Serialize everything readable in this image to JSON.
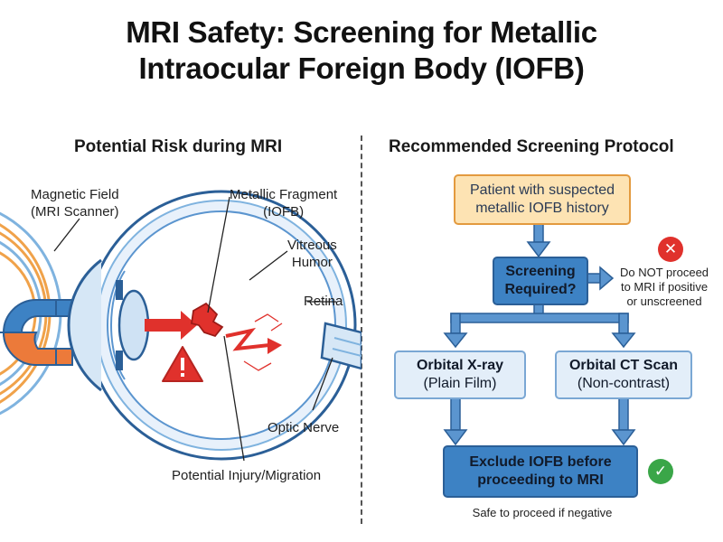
{
  "title": {
    "line1": "MRI Safety: Screening for Metallic",
    "line2": "Intraocular Foreign Body (IOFB)"
  },
  "left_panel": {
    "heading": "Potential Risk during MRI",
    "labels": {
      "magnetic_field_1": "Magnetic Field",
      "magnetic_field_2": "(MRI Scanner)",
      "fragment_1": "Metallic Fragment",
      "fragment_2": "(IOFB)",
      "vitreous_1": "Vitreous",
      "vitreous_2": "Humor",
      "retina": "Retina",
      "optic_nerve": "Optic Nerve",
      "injury": "Potential Injury/Migration"
    }
  },
  "right_panel": {
    "heading": "Recommended Screening Protocol",
    "patient_box": {
      "line1": "Patient with suspected",
      "line2": "metallic IOFB history"
    },
    "screening_box": {
      "line1": "Screening",
      "line2": "Required?"
    },
    "warning_note": {
      "line1": "Do NOT proceed",
      "line2": "to MRI if positive",
      "line3": "or unscreened"
    },
    "xray_box": {
      "line1": "Orbital X-ray",
      "line2": "(Plain Film)"
    },
    "ct_box": {
      "line1": "Orbital CT Scan",
      "line2": "(Non-contrast)"
    },
    "exclude_box": {
      "line1": "Exclude IOFB before",
      "line2": "proceeding to MRI"
    },
    "safe_note": "Safe to proceed if negative"
  },
  "icons": {
    "warning": "warning-triangle-icon",
    "stop": "x-circle-icon",
    "ok": "check-circle-icon"
  },
  "colors": {
    "magnet_blue": "#3d82c4",
    "magnet_orange": "#ec7a3a",
    "field_orange": "#f0a24a",
    "field_blue": "#7fb3df",
    "arrow_red": "#e0312c",
    "flow_blue": "#5b95cf",
    "box_orange_fill": "#fde3b3",
    "box_dark_fill": "#3d82c4",
    "box_light_fill": "#e3eef9",
    "stop_red": "#e0312c",
    "ok_green": "#3aa648"
  }
}
